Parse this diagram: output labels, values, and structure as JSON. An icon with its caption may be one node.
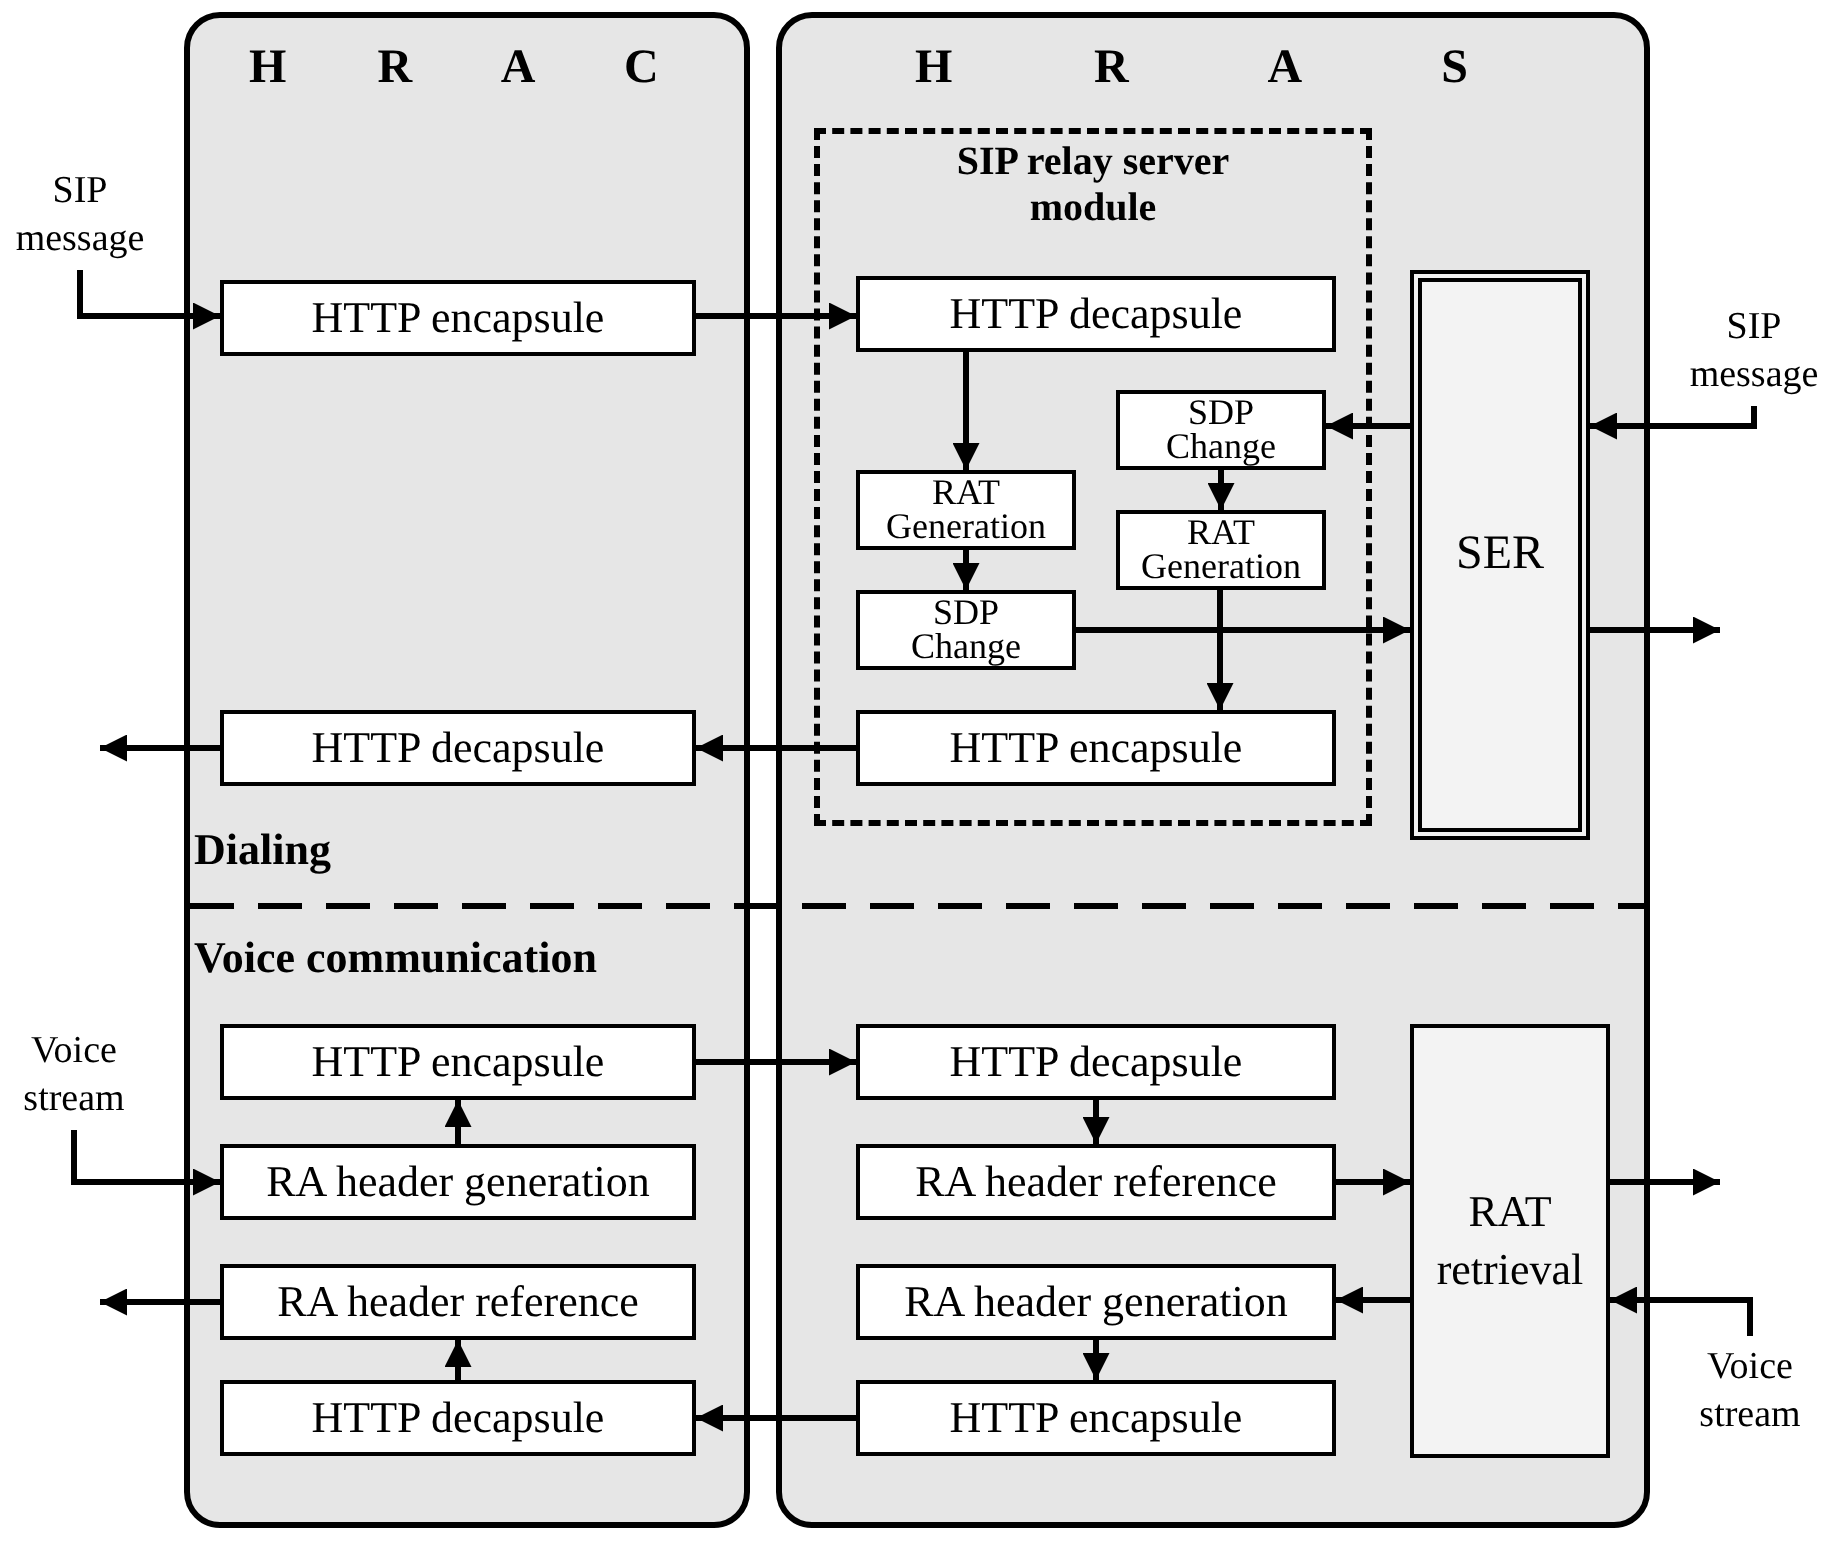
{
  "diagram": {
    "nodes": [
      {
        "text": [
          "H R A C"
        ]
      },
      {
        "text": [
          "HTTP encapsule"
        ],
        "in": 0
      },
      {
        "text": [
          "HTTP decapsule"
        ],
        "in": 0
      },
      {
        "text": [
          "HTTP encapsule"
        ],
        "in": 0
      },
      {
        "text": [
          "RA header generation"
        ],
        "in": 0
      },
      {
        "text": [
          "RA header reference"
        ],
        "in": 0
      },
      {
        "text": [
          "HTTP decapsule"
        ],
        "in": 0
      },
      {
        "text": [
          "H R A S"
        ]
      },
      {
        "text": [
          "SIP relay server module"
        ],
        "in": 7
      },
      {
        "text": [
          "HTTP decapsule"
        ],
        "in": 8
      },
      {
        "text": [
          "RAT Generation"
        ],
        "in": 8
      },
      {
        "text": [
          "SDP Change"
        ],
        "in": 8
      },
      {
        "text": [
          "SDP Change"
        ],
        "in": 8
      },
      {
        "text": [
          "RAT Generation"
        ],
        "in": 8
      },
      {
        "text": [
          "HTTP encapsule"
        ],
        "in": 8
      },
      {
        "text": [
          "SER"
        ],
        "in": 7
      },
      {
        "text": [
          "HTTP decapsule"
        ],
        "in": 7
      },
      {
        "text": [
          "RA header reference"
        ],
        "in": 7
      },
      {
        "text": [
          "RA header generation"
        ],
        "in": 7
      },
      {
        "text": [
          "HTTP encapsule"
        ],
        "in": 7
      },
      {
        "text": [
          "RAT retrieval"
        ],
        "in": 7
      },
      {
        "text": [
          "SIP message"
        ]
      },
      {
        "text": [
          "SIP message"
        ]
      },
      {
        "text": [
          "Voice stream"
        ]
      },
      {
        "text": [
          "Voice stream"
        ]
      }
    ],
    "edges": [
      {
        "from": 21,
        "to": 1,
        "arrow": "to"
      },
      {
        "from": 1,
        "to": 9,
        "arrow": "to"
      },
      {
        "from": 9,
        "to": 10,
        "arrow": "to"
      },
      {
        "from": 10,
        "to": 11,
        "arrow": "to"
      },
      {
        "from": 11,
        "to": 15,
        "arrow": "to"
      },
      {
        "from": 22,
        "to": 15,
        "arrow": "to"
      },
      {
        "from": 15,
        "to": 12,
        "arrow": "to"
      },
      {
        "from": 12,
        "to": 13,
        "arrow": "to"
      },
      {
        "from": 13,
        "to": 14,
        "arrow": "to"
      },
      {
        "from": 14,
        "to": 2,
        "arrow": "to"
      },
      {
        "from": 2,
        "to": null,
        "arrow": "to"
      },
      {
        "from": 15,
        "to": null,
        "arrow": "to"
      },
      {
        "from": 23,
        "to": 4,
        "arrow": "to"
      },
      {
        "from": 4,
        "to": 3,
        "arrow": "to"
      },
      {
        "from": 3,
        "to": 16,
        "arrow": "to"
      },
      {
        "from": 16,
        "to": 17,
        "arrow": "to"
      },
      {
        "from": 17,
        "to": 20,
        "arrow": "to"
      },
      {
        "from": 20,
        "to": null,
        "arrow": "to"
      },
      {
        "from": 24,
        "to": 20,
        "arrow": "to"
      },
      {
        "from": 20,
        "to": 18,
        "arrow": "to"
      },
      {
        "from": 18,
        "to": 19,
        "arrow": "to"
      },
      {
        "from": 19,
        "to": 6,
        "arrow": "to"
      },
      {
        "from": 6,
        "to": 5,
        "arrow": "to"
      },
      {
        "from": 5,
        "to": null,
        "arrow": "to"
      }
    ],
    "labels": [
      "Dialing",
      "Voice communication"
    ]
  }
}
